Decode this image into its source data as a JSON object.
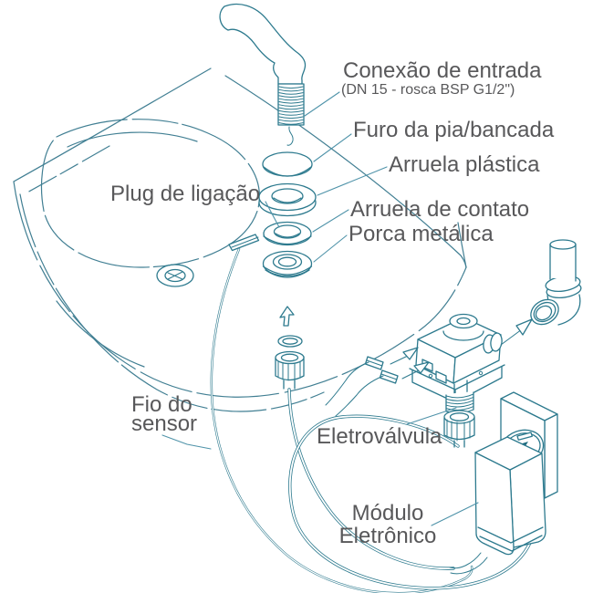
{
  "diagram": {
    "language": "pt-BR",
    "background_color": "#ffffff",
    "line_color": "#2d7a8e",
    "leader_color": "#4f93a9",
    "text_color": "#58585a",
    "accent_dark": "#1d6a7e",
    "labels": {
      "inlet_connection": {
        "title": "Conexão de entrada",
        "subtitle": "(DN 15 - rosca BSP G1/2\")"
      },
      "counter_hole": "Furo da pia/bancada",
      "plastic_washer": "Arruela plástica",
      "connection_plug": "Plug de ligação",
      "contact_washer": "Arruela de contato",
      "metal_nut": "Porca metálica",
      "sensor_wire": {
        "line1": "Fio do",
        "line2": "sensor"
      },
      "solenoid_valve": "Eletroválvula",
      "electronic_module": {
        "line1": "Módulo",
        "line2": "Eletrônico"
      }
    },
    "icons": [
      "assembly-arrow-icon",
      "flow-arrow-icon",
      "outlet-arrow-icon",
      "connector-arrow-icon",
      "drain-cross-icon"
    ]
  }
}
